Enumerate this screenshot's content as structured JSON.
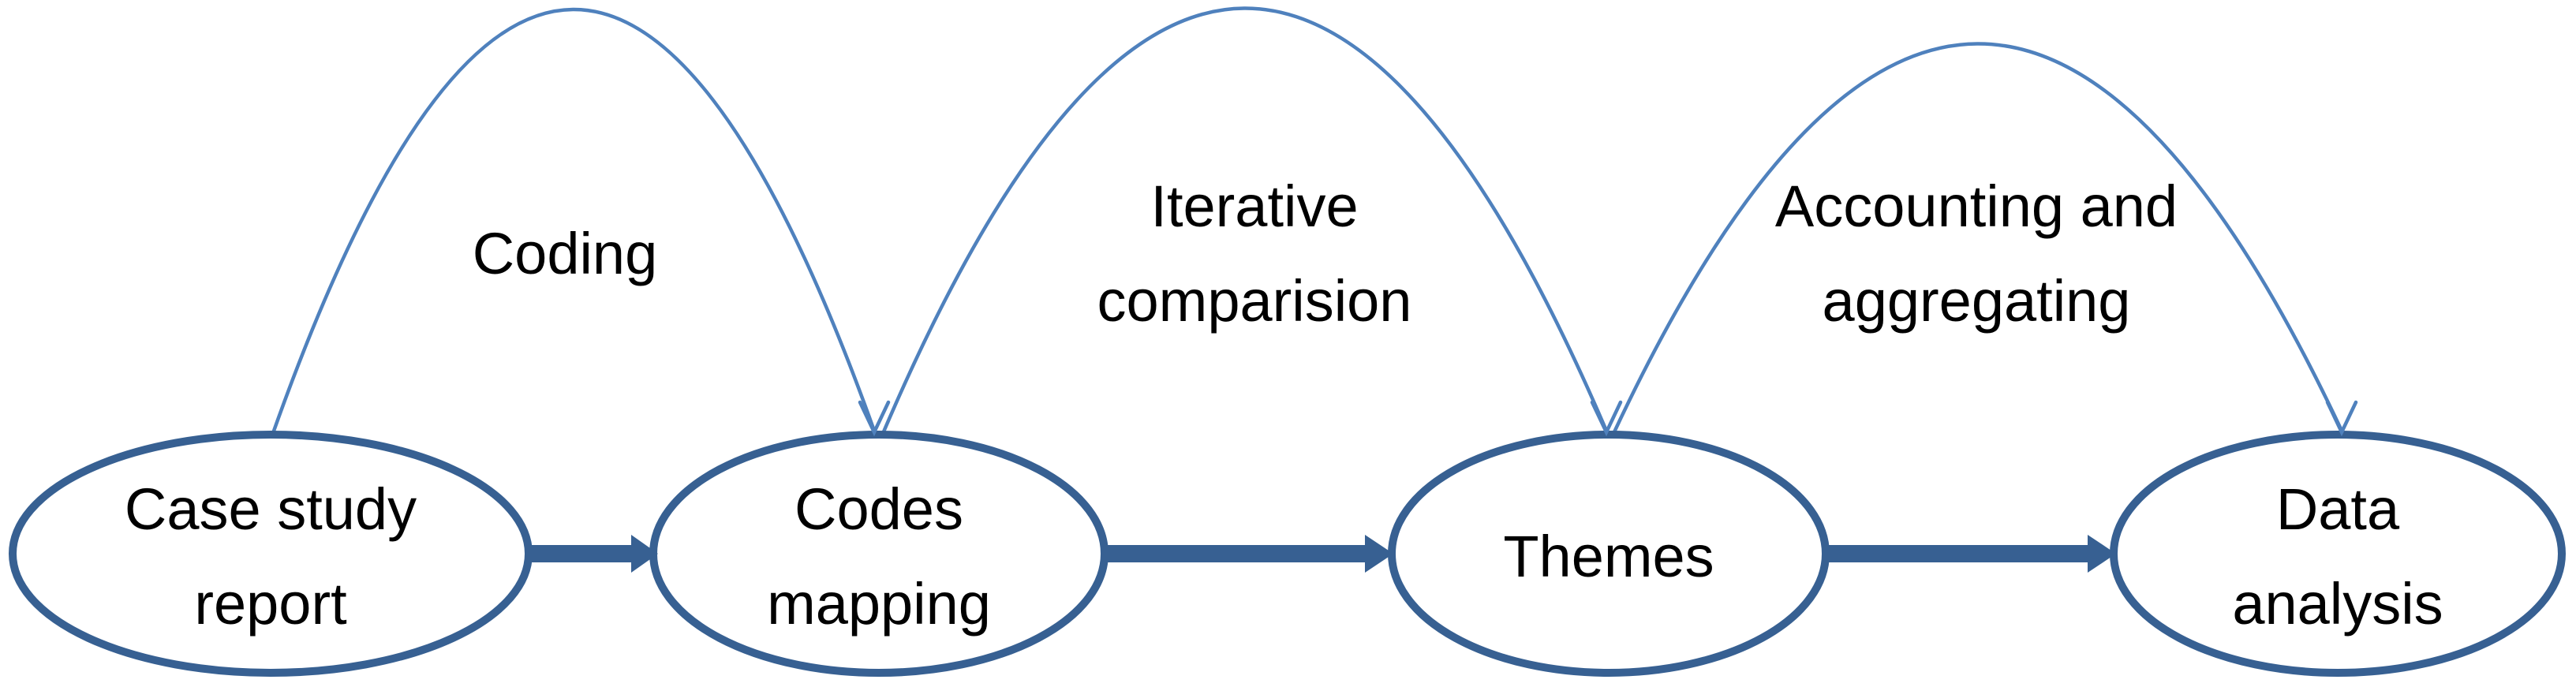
{
  "diagram": {
    "nodes": [
      {
        "id": "case-study-report",
        "lines": [
          "Case study",
          "report"
        ]
      },
      {
        "id": "codes-mapping",
        "lines": [
          "Codes",
          "mapping"
        ]
      },
      {
        "id": "themes",
        "lines": [
          "Themes"
        ]
      },
      {
        "id": "data-analysis",
        "lines": [
          "Data",
          "analysis"
        ]
      }
    ],
    "flow_arrows": [
      {
        "from": "case-study-report",
        "to": "codes-mapping"
      },
      {
        "from": "codes-mapping",
        "to": "themes"
      },
      {
        "from": "themes",
        "to": "data-analysis"
      }
    ],
    "loop_arcs": [
      {
        "from": "case-study-report",
        "to": "codes-mapping",
        "lines": [
          "Coding"
        ]
      },
      {
        "from": "codes-mapping",
        "to": "themes",
        "lines": [
          "Iterative",
          "comparision"
        ]
      },
      {
        "from": "themes",
        "to": "data-analysis",
        "lines": [
          "Accounting and",
          "aggregating"
        ]
      }
    ],
    "colors": {
      "node_stroke": "#376092",
      "flow_arrow": "#376092",
      "arc_stroke": "#4f81bd",
      "text": "#000000",
      "background": "#ffffff"
    }
  }
}
